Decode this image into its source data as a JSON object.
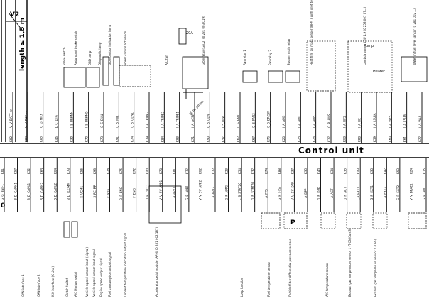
{
  "unit_title": "Control unit",
  "v2_label": "V2",
  "length_label": "length ≤ 1.5 m",
  "top_labels": [
    "Brake switch",
    "Redundant brake switch",
    "OBD lamp",
    "Diagnostic lamp",
    "Glow control indication lamp",
    "Power control activation",
    "A/C fan",
    "Glow relay (Gcu2) (0 281 003 019)",
    "Fan relay 1",
    "Fan relay 2",
    "System main relay",
    "Heat-film air mass sensor (HFM 7 with inlet temp.)",
    "Lambda sensor LSU 4.9 (0 258 007 07...)",
    "Water in fuel level sensor (0 281 002 ...)"
  ],
  "top_pins": [
    "V_V_BATT_m",
    "V_V_BAT_m",
    "G_G_MILY",
    "L_C_DT6",
    "I_S_BRKNM",
    "I_S_BRKMD",
    "O_S_DIAL",
    "O_S_MIL",
    "O_S_GLWL",
    "I_A_TRIPB3",
    "I_A_TRIPB2",
    "I_A_TRIPB1",
    "I_A_ACSW",
    "G_S_GLW",
    "I_S_GLW",
    "O_S_FAN1",
    "O_S_FAN2",
    "O_S_ER-SW",
    "I_A_AMS",
    "I_A_AMT",
    "I_A_AMS",
    "G_R_AMS",
    "I_A_RP1",
    "I_A_RE",
    "I_A_LSUIA",
    "I_A_WFS",
    "I_A_LSUM",
    "I_A_WLS"
  ],
  "top_pin_numbers": [
    "K02",
    "K04",
    "K05",
    "K46",
    "K30",
    "K70",
    "K73",
    "K91",
    "K74",
    "K79",
    "K84",
    "K83",
    "K71",
    "K90",
    "K57",
    "K62",
    "K67",
    "K76",
    "K20",
    "K25",
    "K26",
    "K27",
    "K68",
    "K08",
    "K59",
    "K60",
    "K61",
    "K77"
  ],
  "bottom_pins": [
    "G_G_BNT-1",
    "B_D_CANH1",
    "B_D_CANL1",
    "B_D_CANH2",
    "B_D_CANL2",
    "B_D_ICOMM",
    "I_S_VCM1",
    "I_S_RC_RP",
    "I_F_VSS",
    "O_F_ENG",
    "I_F_ENG",
    "O_F_TSCC",
    "V_V_5V_APP1",
    "I_A_APP1",
    "G_R_APP1",
    "V_V_5V_APP2",
    "I_A_APP2",
    "G_R_APP2",
    "L_S_STRT20",
    "G_R_STRT20",
    "I_A_FTS",
    "G_R_FTS",
    "V_V_5V_DPP",
    "I_A_DPP",
    "G_R_DPP",
    "I_A_ACT",
    "G_R_ACT",
    "I_A_EXT1",
    "G_R_EXT1",
    "I_A_EXT2",
    "G_R_EXT2",
    "V_V_BRAE1",
    "G_R_ARC"
  ],
  "bottom_pin_numbers": [
    "K01",
    "K57",
    "K52",
    "K63",
    "K64",
    "K73",
    "K56",
    "K93",
    "K78",
    "K75",
    "K72",
    "K40",
    "K78",
    "K81",
    "K77",
    "K62",
    "K22",
    "K23",
    "K54",
    "K32",
    "K74",
    "K88",
    "K37",
    "K35",
    "K40",
    "K34",
    "K35",
    "K43",
    "K35",
    "K42",
    "K53",
    "K24",
    "K15"
  ],
  "bottom_labels": [
    "CAN-interface 1",
    "CAN-interface 2",
    "ISO-interface (K Line)",
    "Clutch Switch",
    "A/C Module switch",
    "Vehicle speed sensor input (signal)",
    "Vehicle speed sensor input signal",
    "Engine speed output signal",
    "Fuel consumption output signal",
    "Coolant temperature indication output signal",
    "Accelerator pedal module (APM) (0 281 002 187)",
    "Loop function",
    "Fuel temperature sensor",
    "Particle filter differential pressure sensor",
    "A/C temperature sensor",
    "Exhaust gas temperature sensor 1 (T-ON/ComS)",
    "Exhaust gas temperature sensor 2 (DPF)"
  ],
  "misc_labels": {
    "pump": "Pump",
    "heater": "Heater",
    "fuse_rating": "20A",
    "glow_plugs": "glow plugs",
    "p_symbol": "P"
  }
}
